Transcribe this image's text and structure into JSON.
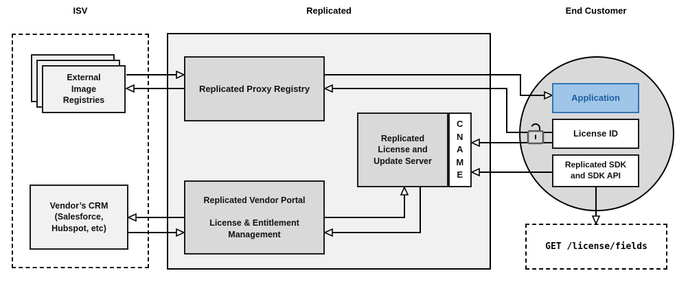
{
  "sections": {
    "isv": {
      "label": "ISV"
    },
    "replicated": {
      "label": "Replicated"
    },
    "end_customer": {
      "label": "End Customer"
    }
  },
  "nodes": {
    "external_image_registries": {
      "label": "External\nImage\nRegistries"
    },
    "vendors_crm": {
      "label": "Vendor’s CRM\n(Salesforce,\nHubspot, etc)"
    },
    "replicated_proxy_registry": {
      "label": "Replicated Proxy Registry"
    },
    "replicated_vendor_portal": {
      "label": "Replicated Vendor Portal\n\nLicense & Entitlement\nManagement"
    },
    "replicated_license_update_server": {
      "label": "Replicated\nLicense and\nUpdate Server"
    },
    "cname": {
      "label": "C\nN\nA\nM\nE"
    },
    "application": {
      "label": "Application"
    },
    "license_id": {
      "label": "License ID"
    },
    "replicated_sdk": {
      "label": "Replicated SDK\nand SDK API"
    },
    "get_request": {
      "label": "GET /license/fields"
    }
  },
  "icons": {
    "unlock": "open-padlock"
  },
  "colors": {
    "node_gray": "#d9d9d9",
    "zone_gray": "#f1f1f1",
    "application_fill": "#9fc5e8",
    "application_border": "#2e75b6",
    "application_text": "#1d5fa0",
    "line": "#000000",
    "lock": "#595959"
  }
}
